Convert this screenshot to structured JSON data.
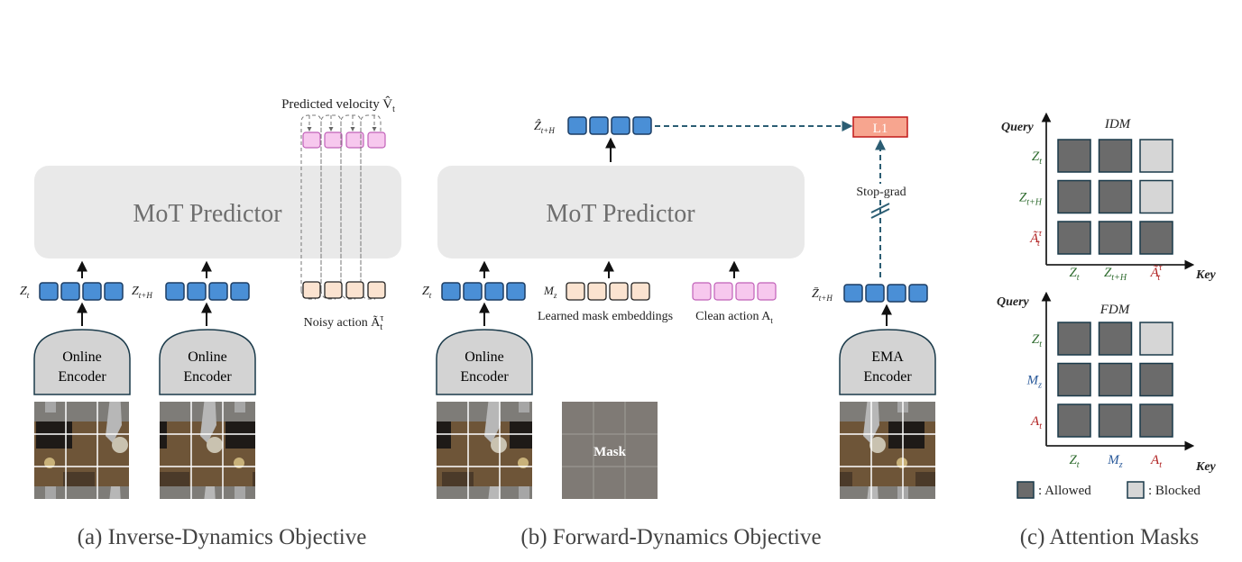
{
  "panels": {
    "a": {
      "caption": "(a) Inverse-Dynamics Objective",
      "predictor": "MoT Predictor",
      "velocity_label": "Predicted velocity V̂",
      "velocity_sub": "t",
      "noisy_label": "Noisy action Ã",
      "noisy_sub": "t",
      "noisy_sup": "τ",
      "token_z_base": "Z",
      "token_z_sub": "t",
      "token_zh_base": "Z",
      "token_zh_sub": "t+H",
      "encoder_line1": "Online",
      "encoder_line2": "Encoder"
    },
    "b": {
      "caption": "(b) Forward-Dynamics Objective",
      "predictor": "MoT Predictor",
      "zhat_base": "Ẑ",
      "zhat_sub": "t+H",
      "loss": "L1",
      "stopgrad": "Stop-grad",
      "token_z_base": "Z",
      "token_z_sub": "t",
      "mask_token_base": "M",
      "mask_token_sub": "z",
      "mask_embed_label": "Learned mask embeddings",
      "clean_action_label": "Clean action A",
      "clean_action_sub": "t",
      "zbar_base": "Z̄",
      "zbar_sub": "t+H",
      "mask_overlay": "Mask",
      "encoder1_line1": "Online",
      "encoder1_line2": "Encoder",
      "encoder2_line1": "EMA",
      "encoder2_line2": "Encoder"
    },
    "c": {
      "caption": "(c) Attention Masks",
      "idm": {
        "title": "IDM",
        "query_axis": "Query",
        "key_axis": "Key",
        "rows": [
          {
            "base": "Z",
            "sub": "t",
            "sup": "",
            "color": "#2e6b2e"
          },
          {
            "base": "Z",
            "sub": "t+H",
            "sup": "",
            "color": "#2e6b2e"
          },
          {
            "base": "Ã",
            "sub": "t",
            "sup": "τ",
            "color": "#b02020"
          }
        ],
        "cols": [
          {
            "base": "Z",
            "sub": "t",
            "sup": "",
            "color": "#2e6b2e"
          },
          {
            "base": "Z",
            "sub": "t+H",
            "sup": "",
            "color": "#2e6b2e"
          },
          {
            "base": "Ã",
            "sub": "t",
            "sup": "τ",
            "color": "#b02020"
          }
        ],
        "grid": [
          [
            1,
            1,
            0
          ],
          [
            1,
            1,
            0
          ],
          [
            1,
            1,
            1
          ]
        ]
      },
      "fdm": {
        "title": "FDM",
        "query_axis": "Query",
        "key_axis": "Key",
        "rows": [
          {
            "base": "Z",
            "sub": "t",
            "sup": "",
            "color": "#2e6b2e"
          },
          {
            "base": "M",
            "sub": "z",
            "sup": "",
            "color": "#2a5a9a"
          },
          {
            "base": "A",
            "sub": "t",
            "sup": "",
            "color": "#b02020"
          }
        ],
        "cols": [
          {
            "base": "Z",
            "sub": "t",
            "sup": "",
            "color": "#2e6b2e"
          },
          {
            "base": "M",
            "sub": "z",
            "sup": "",
            "color": "#2a5a9a"
          },
          {
            "base": "A",
            "sub": "t",
            "sup": "",
            "color": "#b02020"
          }
        ],
        "grid": [
          [
            1,
            1,
            0
          ],
          [
            1,
            1,
            1
          ],
          [
            1,
            1,
            1
          ]
        ]
      },
      "legend_allowed": ": Allowed",
      "legend_blocked": ": Blocked"
    }
  },
  "colors": {
    "latent_token": "#4a8fd6",
    "latent_token_stroke": "#1c3d63",
    "noisy_token": "#fbe3d0",
    "velocity_token": "#f7c8ee",
    "velocity_stroke": "#c060b8",
    "clean_token": "#f7c8ee",
    "predictor_fill": "#e9e9e9",
    "predictor_text": "#6e6e6e",
    "encoder_fill": "#d3d3d3",
    "loss_fill": "#f7a58f",
    "loss_stroke": "#c01818",
    "dashed_arrow": "#2b5d73",
    "allowed": "#6b6b6b",
    "blocked": "#d6d6d6"
  }
}
